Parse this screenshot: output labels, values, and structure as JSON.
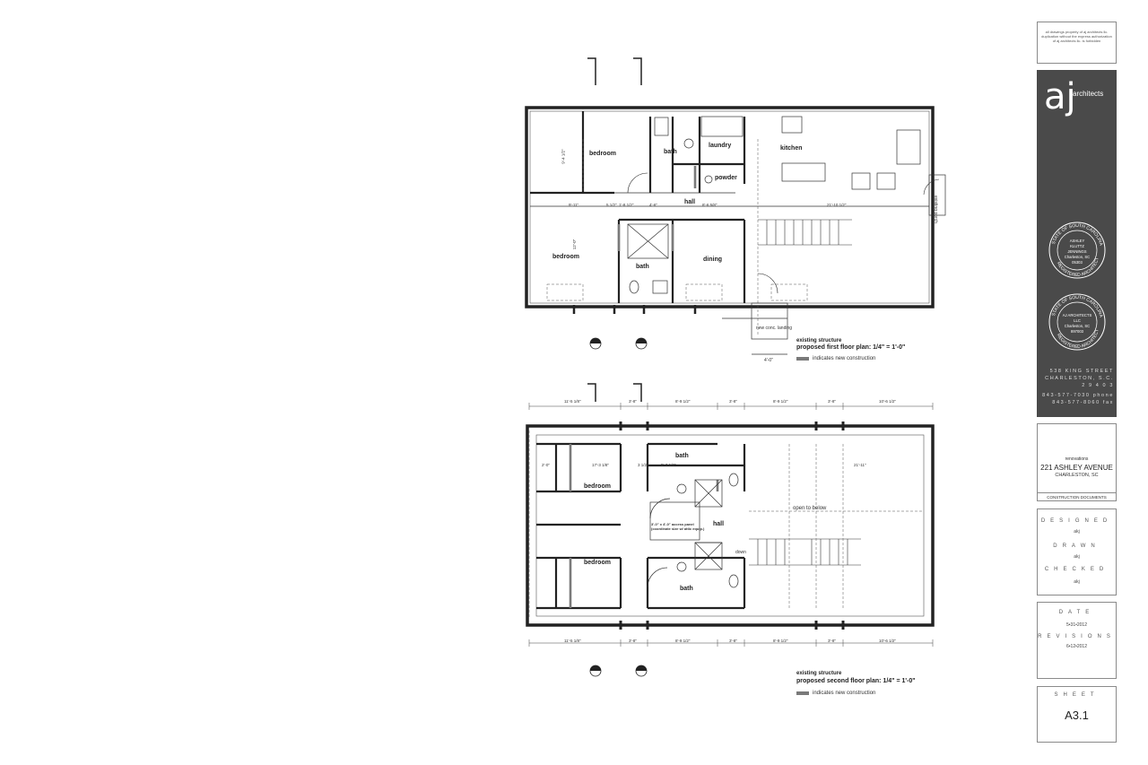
{
  "first_floor": {
    "rooms": {
      "bedroom_top": "bedroom",
      "bath_top": "bath",
      "laundry": "laundry",
      "kitchen": "kitchen",
      "powder": "powder",
      "hall": "hall",
      "bedroom_bottom": "bedroom",
      "bath_bottom": "bath",
      "dining": "dining"
    },
    "dims": {
      "d1": "9'-11\"",
      "d2": "5 1/2\"",
      "d3": "1'-8 1/2\"",
      "d4": "4'-6\"",
      "d5": "8'-6 5/8\"",
      "d6": "21'-10 1/2\"",
      "d7": "9'-4 1/2\"",
      "d8": "12'-0\""
    },
    "notes": {
      "new_landing": "new conc. landing",
      "existing_porch": "existing porch",
      "four_ft": "4'-0\""
    },
    "title_line1": "existing structure",
    "title_line2": "proposed first floor plan:  1/4\" = 1'-0\"",
    "legend": "indicates new construction"
  },
  "second_floor": {
    "rooms": {
      "bath_top": "bath",
      "bedroom_top": "bedroom",
      "hall": "hall",
      "open_to_below": "open to below",
      "down": "down",
      "bedroom_bottom": "bedroom",
      "bath_bottom": "bath"
    },
    "access_panel": "3'-0\" x 4'-0\" access panel (coordinate size w/ attic equip.)",
    "top_dims": [
      "11'-5 1/8\"",
      "3'-8\"",
      "8'-9 1/2\"",
      "3'-8\"",
      "8'-9 1/2\"",
      "3'-8\"",
      "10'-6 1/2\""
    ],
    "bottom_dims": [
      "11'-5 1/8\"",
      "3'-8\"",
      "8'-9 1/2\"",
      "3'-8\"",
      "8'-9 1/2\"",
      "3'-8\"",
      "10'-6 1/2\""
    ],
    "inner_dims": {
      "a": "17'-3 1/8\"",
      "b": "3 1/2\"",
      "c": "5'-3 1/2\"",
      "d": "21'-11\"",
      "e": "2'-0\""
    },
    "title_line1": "existing structure",
    "title_line2": "proposed second floor plan:  1/4\" = 1'-0\"",
    "legend": "indicates new construction"
  },
  "title_block": {
    "copyright": "all drawings property of aj architects llc. duplication without the express authorization of aj architects llc. is forbidden",
    "logo_mark": "aj",
    "logo_word": "architects",
    "seal1_ring_top": "STATE OF SOUTH CAROLINA",
    "seal1_ring_bottom": "REGISTERED ARCHITECT",
    "seal1_center": [
      "ASHLEY",
      "KLUTTZ",
      "JENNINGS",
      "Charleston, SC",
      "05303"
    ],
    "seal2_ring_top": "STATE OF SOUTH CAROLINA",
    "seal2_ring_bottom": "REGISTERED ARCHITECT",
    "seal2_center": [
      "AJ ARCHITECTS",
      "LLC",
      "Charleston, SC",
      "897003"
    ],
    "address1": "538 KING STREET",
    "address2": "CHARLESTON, S.C.",
    "address3": "2 9 4 0 3",
    "phone": "843-577-7030 phone",
    "fax": "843-577-8060 fax",
    "project_small": "renovations",
    "project_name": "221 ASHLEY AVENUE",
    "project_city": "CHARLESTON, SC",
    "phase": "CONSTRUCTION DOCUMENTS",
    "designed_label": "DESIGNED",
    "designed_value": "akj",
    "drawn_label": "DRAWN",
    "drawn_value": "akj",
    "checked_label": "CHECKED",
    "checked_value": "akj",
    "date_label": "DATE",
    "date_value": "5•31•2012",
    "revisions_label": "REVISIONS",
    "revisions_value": "6•12•2012",
    "sheet_label": "SHEET",
    "sheet_number": "A3.1"
  },
  "colors": {
    "wall": "#222222",
    "new_construction": "#7a7a7a",
    "title_band": "#4a4a4a"
  }
}
